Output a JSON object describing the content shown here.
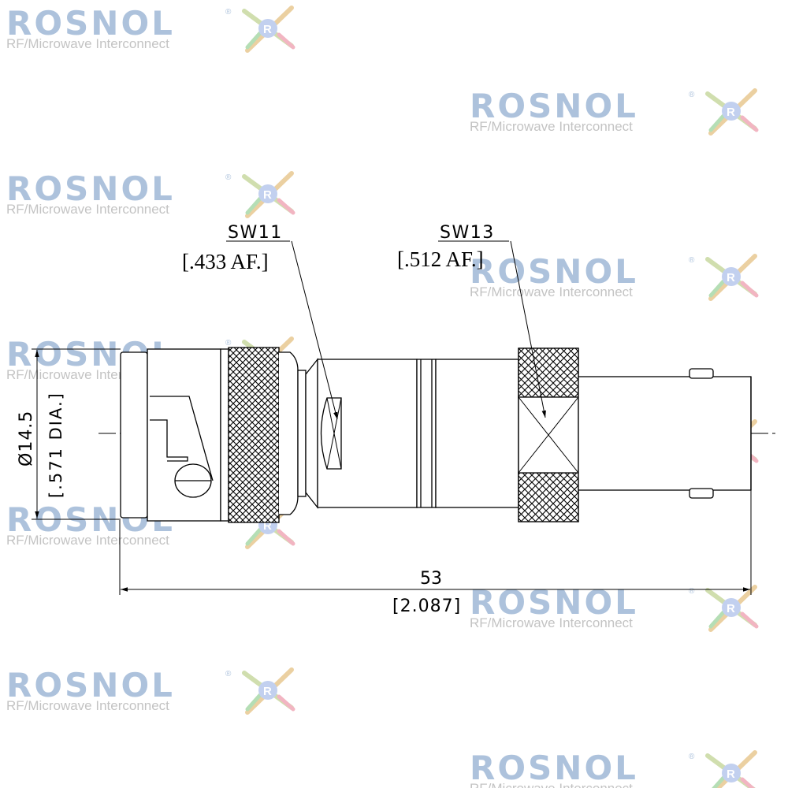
{
  "watermark": {
    "brand": "ROSNOL",
    "tagline": "RF/Microwave Interconnect",
    "registered_mark": "®",
    "logo_letter": "R",
    "color": "#9fb8d6",
    "tagline_color": "#b9b9b9"
  },
  "dimensions": {
    "sw11": {
      "label": "SW11",
      "value": "[.433 AF.]"
    },
    "sw13": {
      "label": "SW13",
      "value": "[.512 AF.]"
    },
    "diameter": {
      "value": "Ø14.5",
      "imperial": "[.571 DIA.]"
    },
    "length": {
      "value": "53",
      "imperial": "[2.087]"
    }
  },
  "colors": {
    "line": "#000000",
    "background": "#ffffff"
  }
}
